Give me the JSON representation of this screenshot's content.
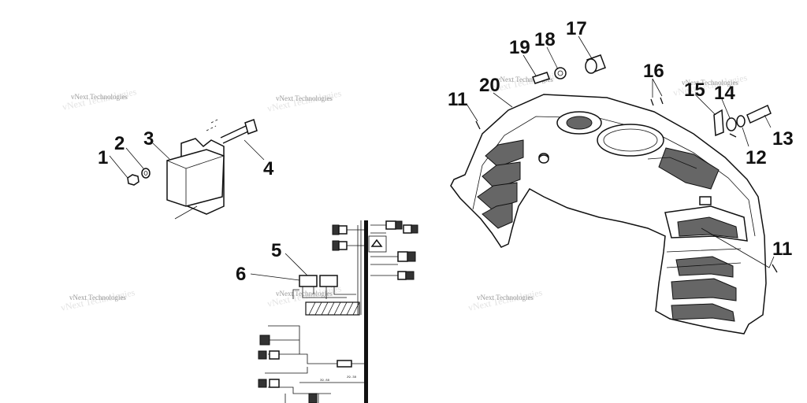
{
  "watermark": "vNext Technologies",
  "callouts": [
    {
      "id": "c1",
      "text": "1"
    },
    {
      "id": "c2",
      "text": "2"
    },
    {
      "id": "c3",
      "text": "3"
    },
    {
      "id": "c4",
      "text": "4"
    },
    {
      "id": "c5",
      "text": "5"
    },
    {
      "id": "c6",
      "text": "6"
    },
    {
      "id": "c11a",
      "text": "11"
    },
    {
      "id": "c11b",
      "text": "11"
    },
    {
      "id": "c12",
      "text": "12"
    },
    {
      "id": "c13",
      "text": "13"
    },
    {
      "id": "c14",
      "text": "14"
    },
    {
      "id": "c15",
      "text": "15"
    },
    {
      "id": "c16",
      "text": "16"
    },
    {
      "id": "c17",
      "text": "17"
    },
    {
      "id": "c18",
      "text": "18"
    },
    {
      "id": "c19",
      "text": "19"
    },
    {
      "id": "c20",
      "text": "20"
    }
  ],
  "harness_labels": [
    "39.88",
    "29.38"
  ]
}
